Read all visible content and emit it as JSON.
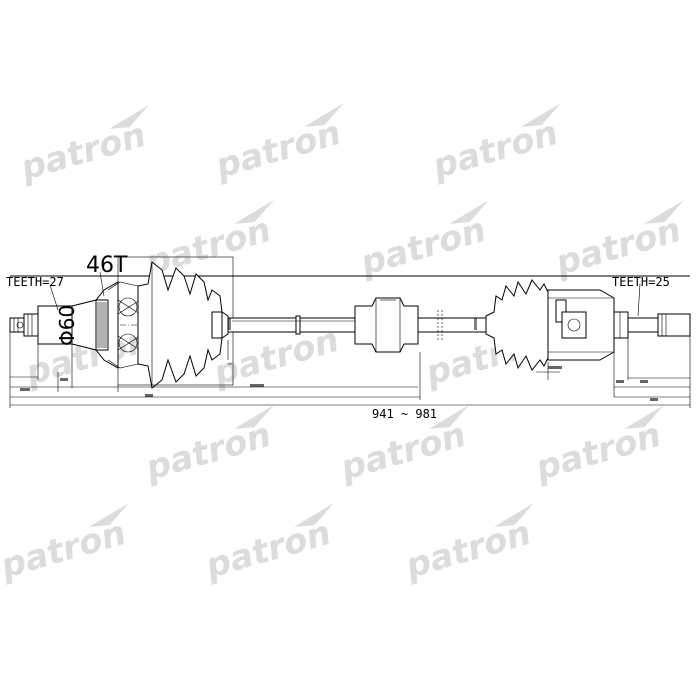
{
  "watermark": {
    "text": "patron",
    "color": "#d9d9d9"
  },
  "labels": {
    "teeth_left": "TEETH=27",
    "spline_46": "46T",
    "diameter": "Φ60",
    "teeth_right": "TEETH=25",
    "overall_length": "941 ~ 981"
  },
  "colors": {
    "line": "#000000",
    "background": "#ffffff"
  }
}
